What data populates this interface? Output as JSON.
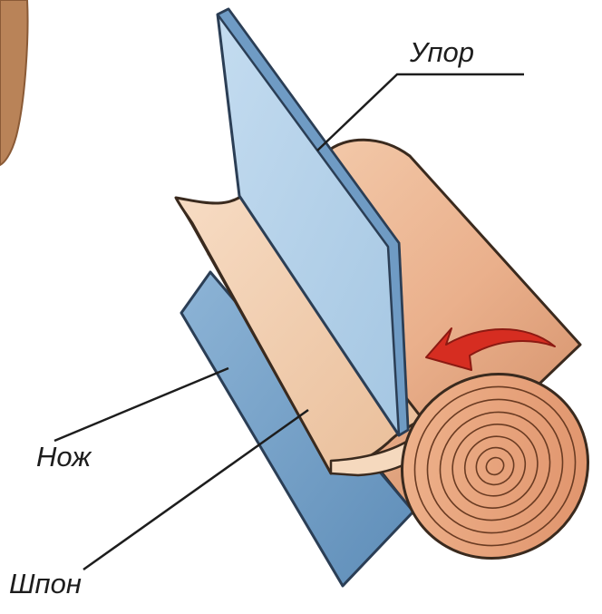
{
  "labels": {
    "stop": "Упор",
    "knife": "Нож",
    "veneer": "Шпон"
  },
  "colors": {
    "wood": "#f2c3a0",
    "wood_dark": "#d9906a",
    "veneer": "#f4d3b6",
    "stop_plate": "#b4d2ea",
    "knife_plate": "#76a2c8",
    "arrow": "#d62d21"
  }
}
